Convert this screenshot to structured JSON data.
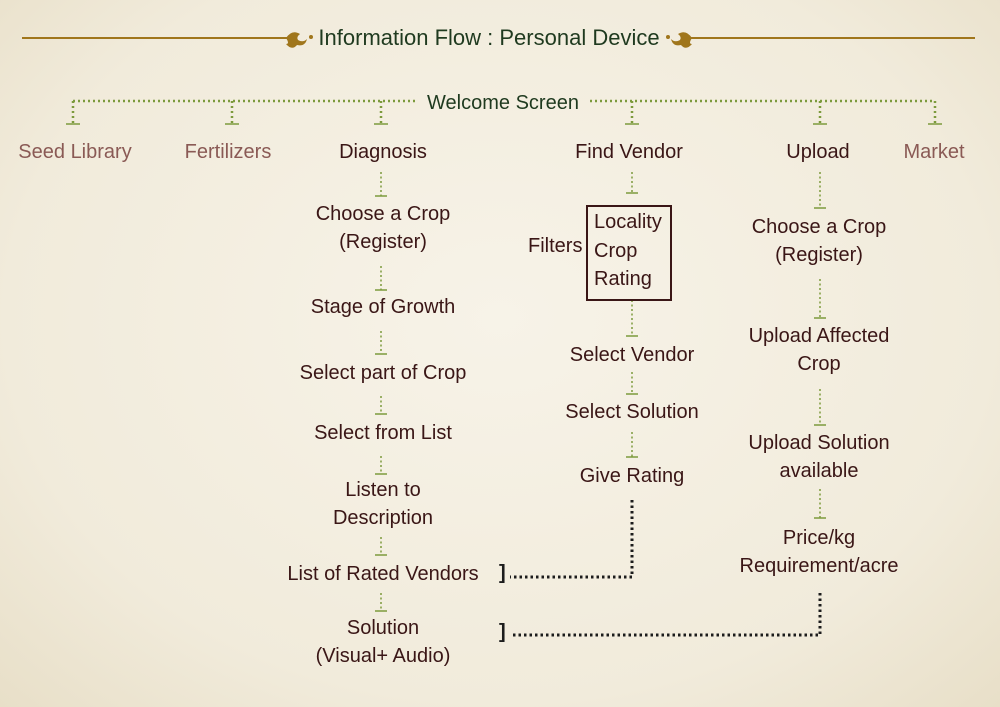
{
  "title": "Information Flow : Personal Device",
  "root": "Welcome Screen",
  "branches": {
    "seed_library": "Seed Library",
    "fertilizers": "Fertilizers",
    "diagnosis": "Diagnosis",
    "find_vendor": "Find Vendor",
    "upload": "Upload",
    "market": "Market"
  },
  "diagnosis_steps": {
    "choose_crop_1": "Choose a Crop",
    "choose_crop_2": "(Register)",
    "stage_of_growth": "Stage of Growth",
    "select_part": "Select part of Crop",
    "select_from_list": "Select from List",
    "listen_1": "Listen to",
    "listen_2": "Description",
    "rated_vendors": "List of Rated Vendors",
    "solution_1": "Solution",
    "solution_2": "(Visual+ Audio)"
  },
  "find_vendor_steps": {
    "filters_label": "Filters",
    "filters": [
      "Locality",
      "Crop",
      "Rating"
    ],
    "select_vendor": "Select Vendor",
    "select_solution": "Select Solution",
    "give_rating": "Give Rating"
  },
  "upload_steps": {
    "choose_crop_1": "Choose a Crop",
    "choose_crop_2": "(Register)",
    "affected_1": "Upload Affected",
    "affected_2": "Crop",
    "solution_1": "Upload Solution",
    "solution_2": "available",
    "price_1": "Price/kg",
    "price_2": "Requirement/acre"
  },
  "colors": {
    "background": "#f3eee0",
    "title_text": "#1f3a1f",
    "node_text": "#3a1616",
    "muted_text": "#8a5a55",
    "connector_green": "#7c9a3c",
    "connector_dark": "#1c1c1c",
    "rule_gold": "#a0761c"
  }
}
